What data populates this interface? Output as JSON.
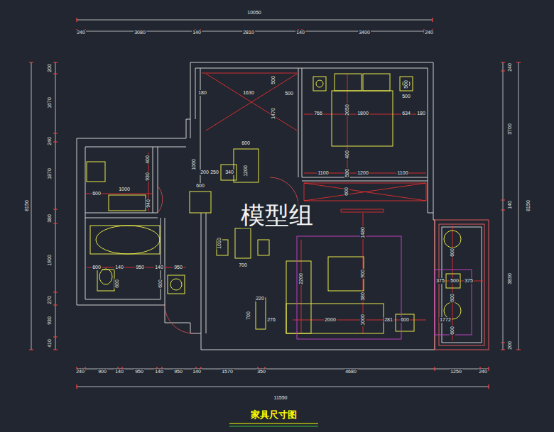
{
  "diagram": {
    "caption": "家具尺寸图",
    "labels": [
      "10050",
      "240",
      "3080",
      "140",
      "2810",
      "140",
      "3400",
      "240",
      "8150",
      "200",
      "1670",
      "240",
      "1870",
      "380",
      "1900",
      "270",
      "930",
      "410",
      "240",
      "3700",
      "140",
      "3830",
      "200",
      "8150",
      "240",
      "900",
      "140",
      "950",
      "140",
      "950",
      "140",
      "1570",
      "350",
      "4680",
      "1250",
      "240",
      "11550",
      "180",
      "1630",
      "500",
      "500",
      "1470",
      "500",
      "500",
      "766",
      "2050",
      "1800",
      "634",
      "180",
      "400",
      "1100",
      "1200",
      "1100",
      "580",
      "600",
      "600",
      "400",
      "1060",
      "930",
      "200",
      "250",
      "340",
      "1200",
      "600",
      "1000",
      "940",
      "600",
      "1010",
      "700",
      "600",
      "140",
      "950",
      "140",
      "950",
      "600",
      "600",
      "1480",
      "2200",
      "900",
      "380",
      "2000",
      "1000",
      "281",
      "600",
      "700",
      "220",
      "276",
      "600",
      "375",
      "500",
      "375",
      "600",
      "1772",
      "600",
      "模型组"
    ]
  }
}
